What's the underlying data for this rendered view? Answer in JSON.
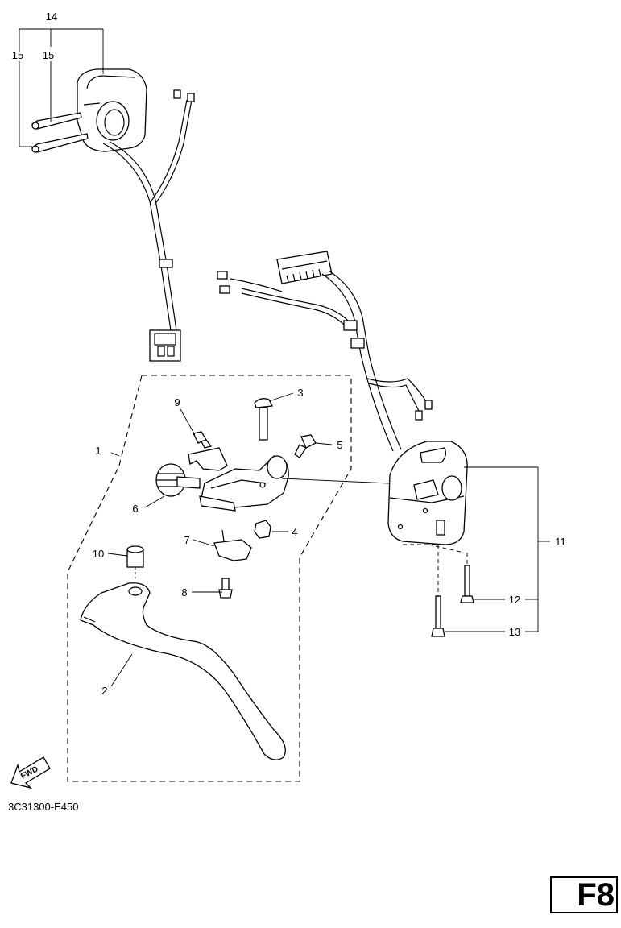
{
  "callouts": {
    "c1": "1",
    "c2": "2",
    "c3": "3",
    "c4": "4",
    "c5": "5",
    "c6": "6",
    "c7": "7",
    "c8": "8",
    "c9": "9",
    "c10": "10",
    "c11": "11",
    "c12": "12",
    "c13": "13",
    "c14": "14",
    "c15a": "15",
    "c15b": "15"
  },
  "fwd_label": "FWD",
  "diagram_code": "3C31300-E450",
  "page_tag": "F8",
  "colors": {
    "ink": "#000000",
    "paper": "#ffffff"
  }
}
